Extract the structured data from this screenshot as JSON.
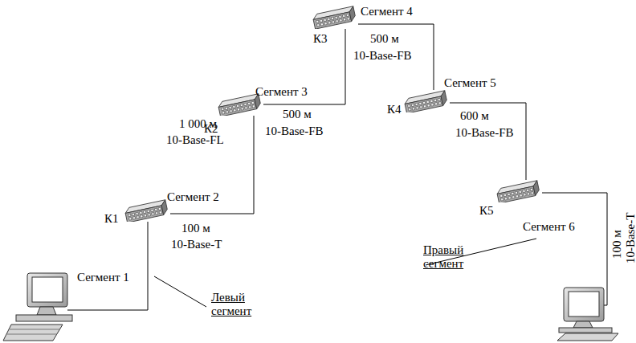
{
  "diagram": {
    "nodes": [
      {
        "text": [
          "К1"
        ]
      },
      {
        "text": [
          "К2"
        ]
      },
      {
        "text": [
          "К3"
        ]
      },
      {
        "text": [
          "К4"
        ]
      },
      {
        "text": [
          "К5"
        ]
      }
    ],
    "edges": [
      {
        "from": 0,
        "to": 1,
        "arrow": "none"
      },
      {
        "from": 1,
        "to": 2,
        "arrow": "none"
      },
      {
        "from": 2,
        "to": 3,
        "arrow": "none"
      },
      {
        "from": 3,
        "to": 4,
        "arrow": "none"
      }
    ],
    "labels": [
      "Сегмент 1",
      "Сегмент 2",
      "100 м",
      "10-Base-T",
      "1 000 м",
      "10-Base-FL",
      "Сегмент 3",
      "500 м",
      "10-Base-FB",
      "Сегмент 4",
      "500 м",
      "10-Base-FB",
      "Сегмент 5",
      "600 м",
      "10-Base-FB",
      "Сегмент 6",
      "100 м",
      "10-Base-T",
      "Левый сегмент",
      "Правый сегмент"
    ]
  }
}
